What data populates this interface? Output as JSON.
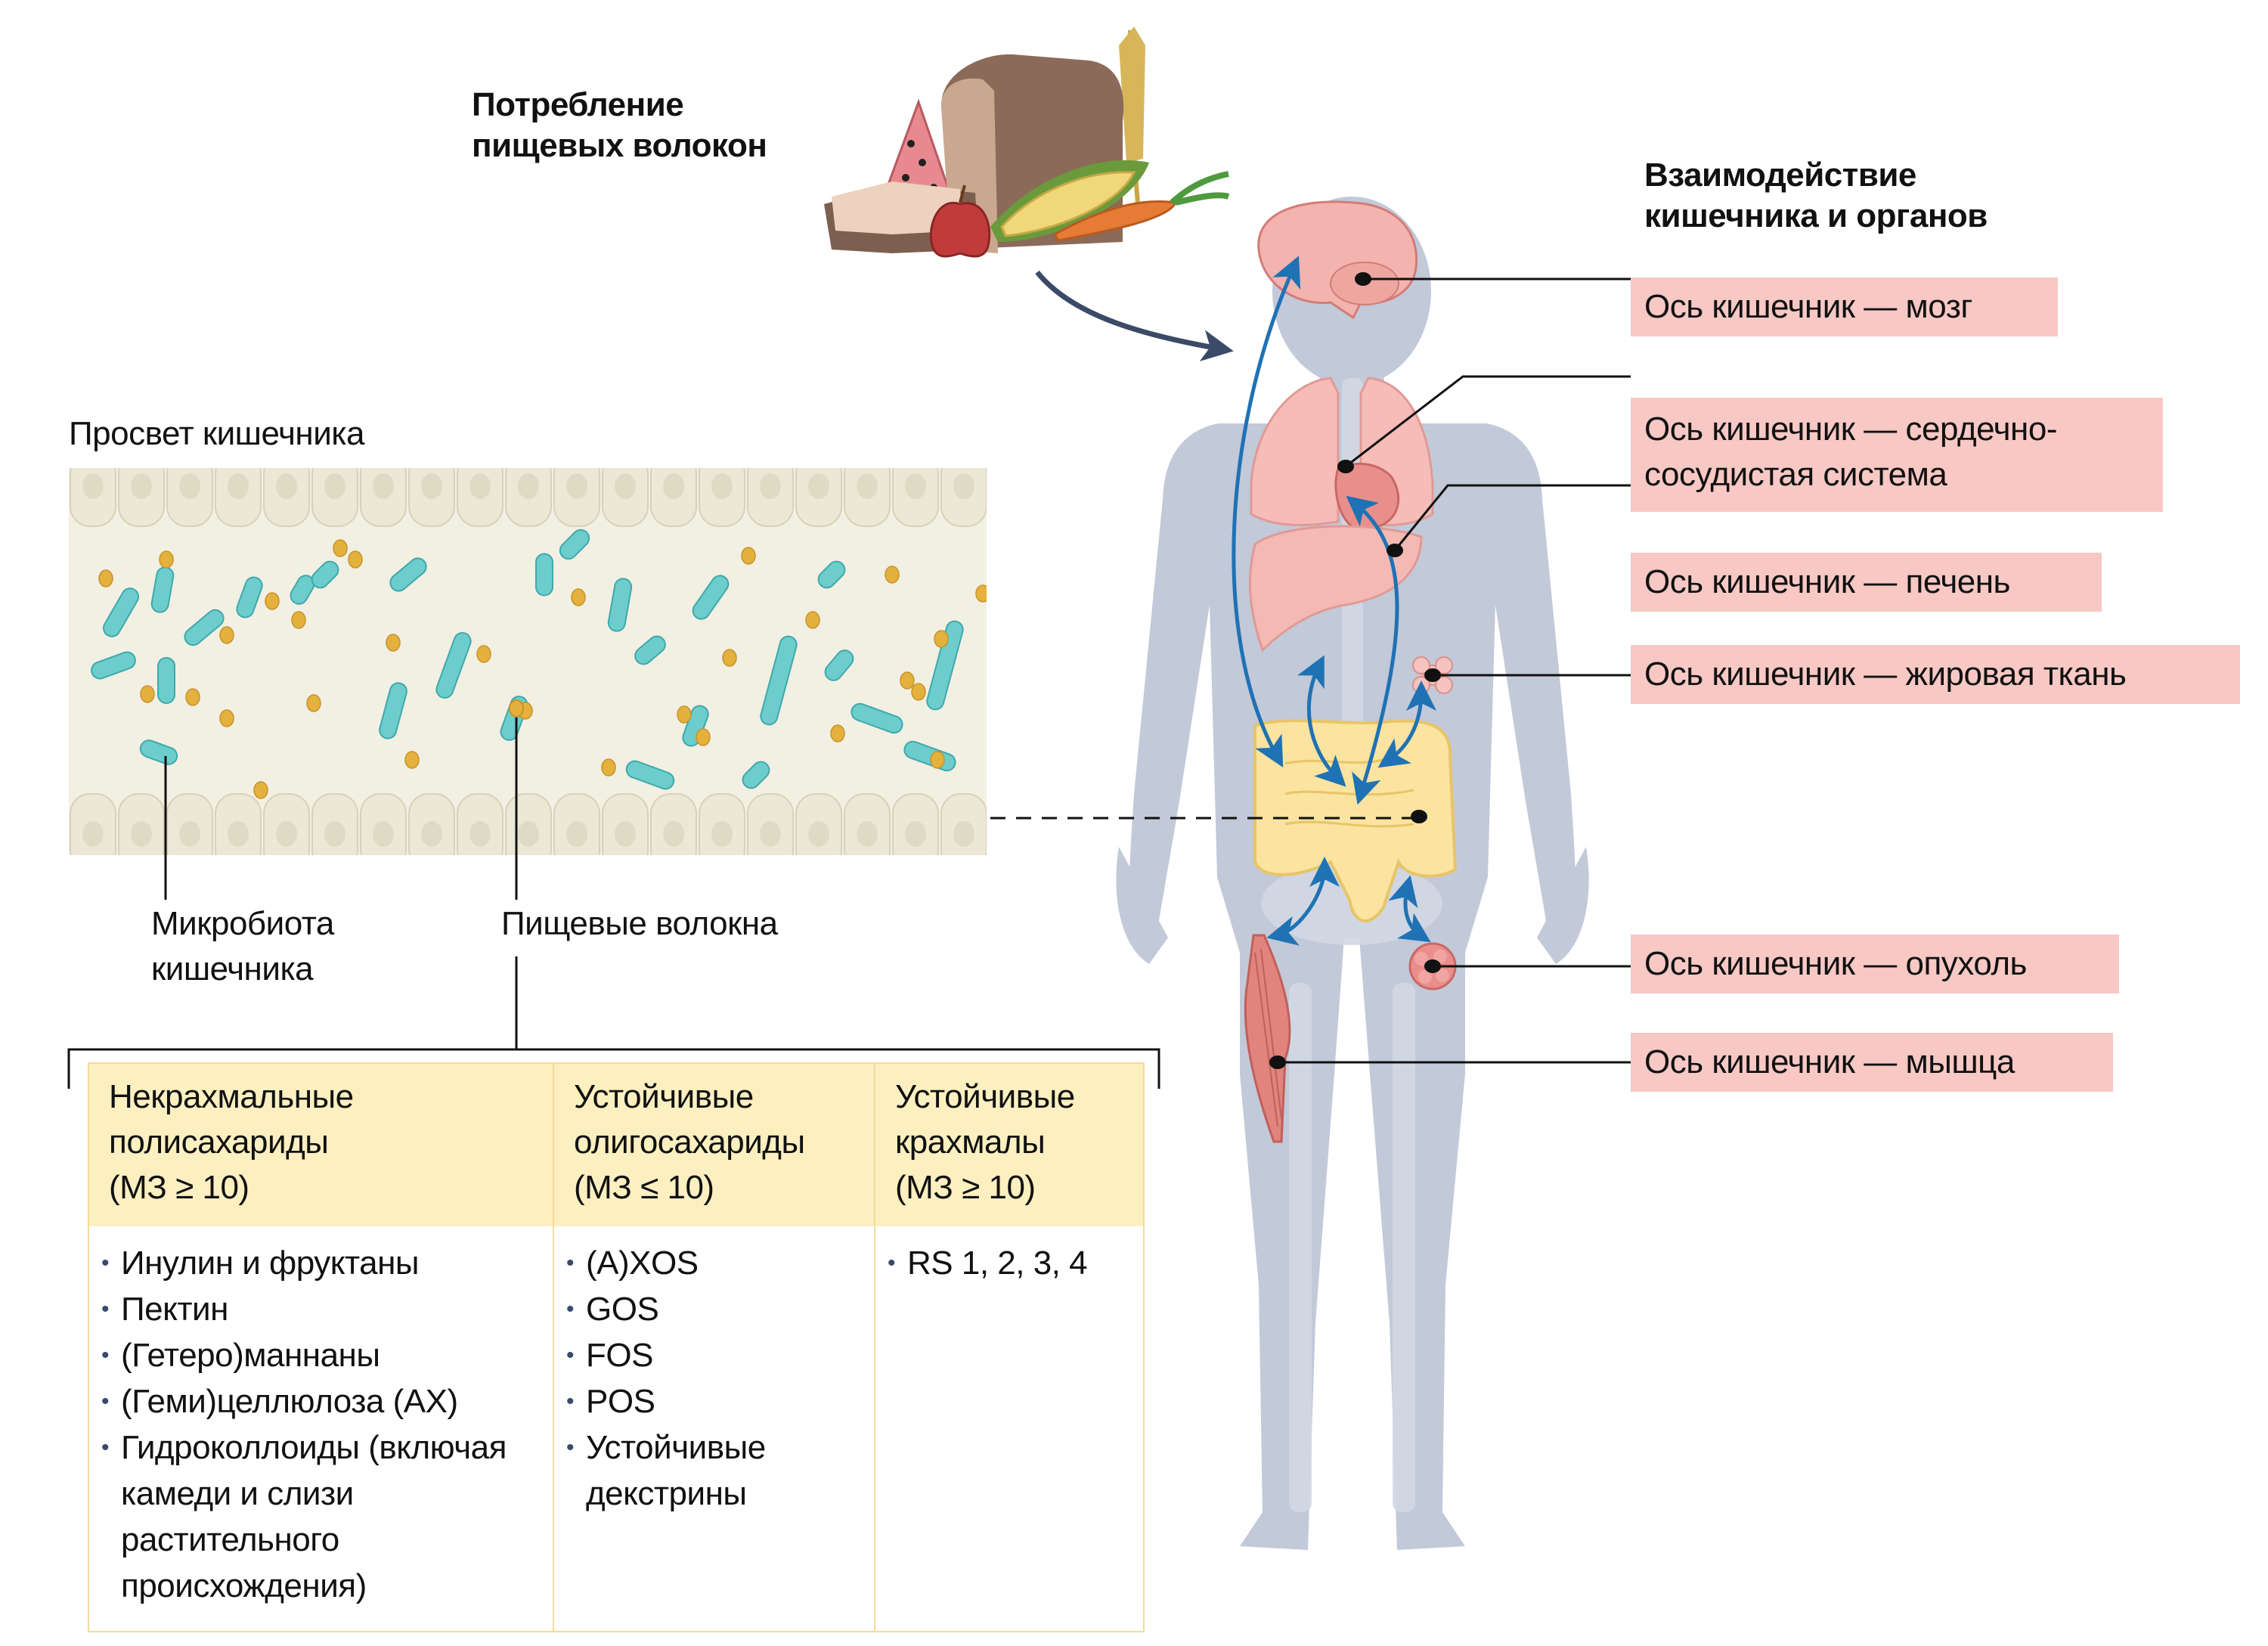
{
  "fiber_intake": {
    "title_line1": "Потребление",
    "title_line2": "пищевых волокон",
    "illustration": "food-illustration (watermelon, bread, wheat, apple, corn, carrot)"
  },
  "organ_interaction": {
    "title_line1": "Взаимодействие",
    "title_line2": "кишечника и органов",
    "axes": [
      {
        "line1": "Ось кишечник — мозг",
        "organ": "brain"
      },
      {
        "line1": "Ось кишечник — сердечно-",
        "line2": "сосудистая система",
        "organ": "heart"
      },
      {
        "line1": "Ось кишечник — печень",
        "organ": "liver"
      },
      {
        "line1": "Ось кишечник — жировая ткань",
        "organ": "adipose"
      },
      {
        "line1": "Ось кишечник — опухоль",
        "organ": "tumor"
      },
      {
        "line1": "Ось кишечник — мышца",
        "organ": "muscle"
      }
    ]
  },
  "lumen": {
    "title": "Просвет кишечника",
    "microbiota_line1": "Микробиота",
    "microbiota_line2": "кишечника",
    "fibers_label": "Пищевые волокна"
  },
  "fiber_table": {
    "columns": [
      {
        "header": [
          "Некрахмальные",
          "полисахариды",
          "(МЗ ≥ 10)"
        ],
        "items": [
          "Инулин и фруктаны",
          "Пектин",
          "(Гетеро)маннаны",
          "(Геми)целлюлоза (AX)",
          "Гидроколлоиды (включая камеди и слизи растительного происхождения)"
        ]
      },
      {
        "header": [
          "Устойчивые",
          "олигосахариды",
          "(МЗ ≤ 10)"
        ],
        "items": [
          "(A)XOS",
          "GOS",
          "FOS",
          "POS",
          "Устойчивые декстрины"
        ]
      },
      {
        "header": [
          "Устойчивые",
          "крахмалы",
          "(МЗ ≥ 10)"
        ],
        "items": [
          "RS 1, 2, 3, 4"
        ]
      }
    ]
  },
  "colors": {
    "axis_label_bg": "#f7c8c4",
    "table_header_bg": "#fcefc0",
    "table_border": "#f3dc9b",
    "body_silhouette": "#c2c9d8",
    "arrow_blue": "#1f72b4",
    "intake_arrow": "#3b4a66",
    "bacteria": "#6ccdcc",
    "fiber_dot": "#e3b13c",
    "lumen_bg": "#f2efe3"
  }
}
